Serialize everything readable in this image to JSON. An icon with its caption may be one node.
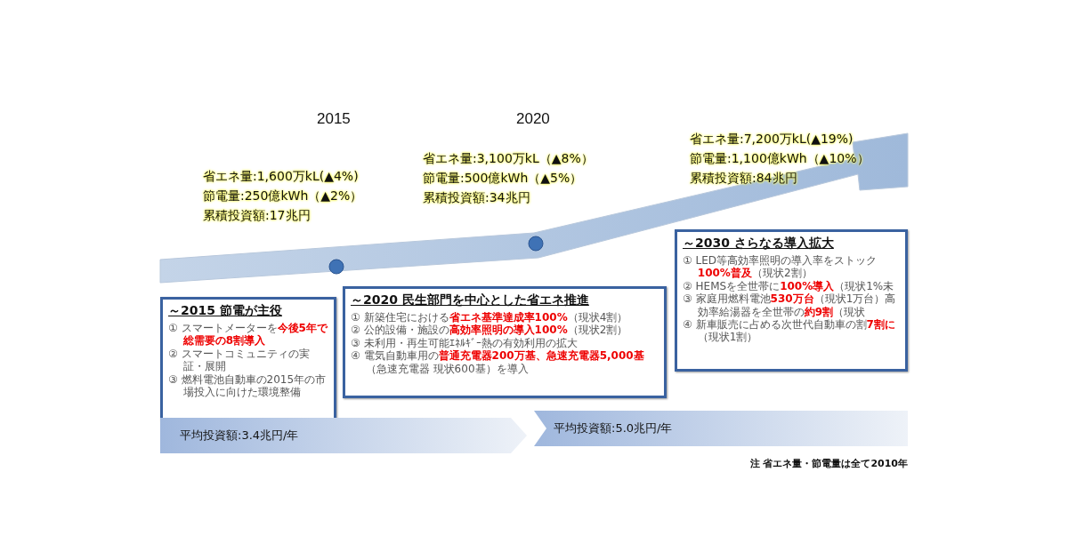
{
  "diagram": {
    "nodes": [
      {
        "text": [
          "～2015 節電が主役",
          "① スマートメーターを**今後5年で総需要の8割導入**",
          "② スマートコミュニティの実証・展開",
          "③ 燃料電池自動車の2015年の市場投入に向けた環境整備"
        ]
      },
      {
        "text": [
          "～2020 民生部門を中心とした省エネ推進",
          "① 新築住宅における**省エネ基準達成率100%**（現状4割）",
          "② 公的設備・施設の**高効率照明の導入100%**（現状2割）",
          "③ 未利用・再生可能ｴﾈﾙｷﾞｰ熱の有効利用の拡大",
          "④ 電気自動車用の**普通充電器200万基、急速充電器5,000基**（急速充電器 現状600基）を導入"
        ]
      },
      {
        "text": [
          "～2030 さらなる導入拡大",
          "① LED等高効率照明の導入率をストック**100%普及**（現状2割）",
          "② HEMSを全世帯に**100%導入**（現状1%未",
          "③ 家庭用燃料電池**530万台**（現状1万台）高効率給湯器を全世帯の**約9割**（現状",
          "④ 新車販売に占める次世代自動車の割**7割に**（現状1割）"
        ]
      },
      {
        "text": [
          "平均投資額:3.4兆円/年"
        ]
      },
      {
        "text": [
          "平均投資額:5.0兆円/年"
        ]
      }
    ],
    "labels": [
      "2015",
      "2020",
      "省エネ量:1,600万kL(▲4%)",
      "節電量:250億kWh（▲2%）",
      "累積投資額:17兆円",
      "省エネ量:3,100万kL（▲8%）",
      "節電量:500億kWh（▲5%）",
      "累積投資額:34兆円",
      "省エネ量:7,200万kL(▲19%)",
      "節電量:1,100億kWh（▲10%）",
      "累積投資額:84兆円",
      "注 省エネ量・節電量は全て2010年"
    ]
  }
}
